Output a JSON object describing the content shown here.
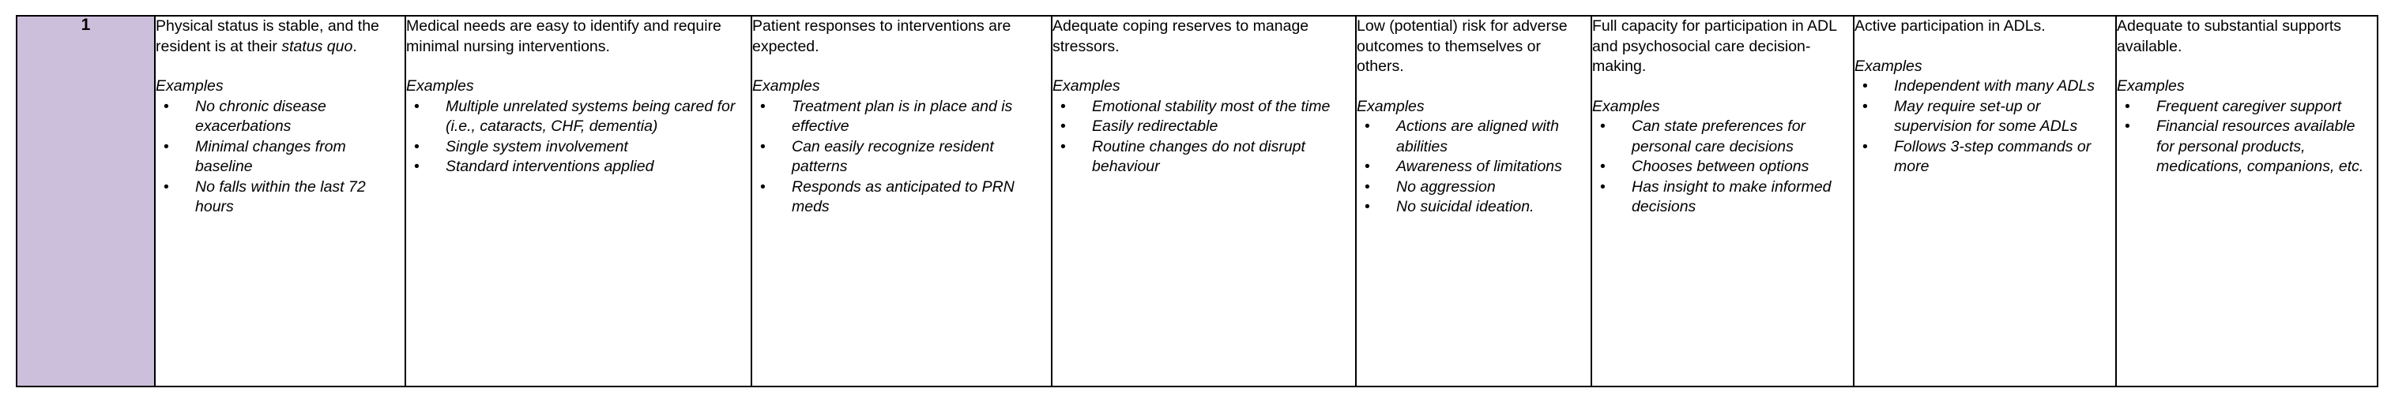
{
  "table": {
    "level": {
      "label": "1",
      "fill_color": "#CCBFDB"
    },
    "bullet_glyph": "•",
    "examples_heading": "Examples",
    "columns": [
      {
        "name": "physical-status",
        "statement_parts": {
          "before": "Physical status is stable, and the resident is at their ",
          "italic": "status quo",
          "after": "."
        },
        "statement_plain": "Physical status is stable, and the resident is at their status quo.",
        "examples": [
          "No chronic disease exacerbations",
          "Minimal changes from baseline",
          "No falls within the last 72 hours"
        ]
      },
      {
        "name": "medical-needs",
        "statement_plain": "Medical needs are easy to identify and require minimal nursing interventions.",
        "examples": [
          "Multiple unrelated systems being cared for (i.e., cataracts, CHF, dementia)",
          "Single system involvement",
          "Standard interventions applied"
        ]
      },
      {
        "name": "patient-responses",
        "statement_plain": "Patient responses to interventions are expected.",
        "examples": [
          "Treatment plan is in place and is effective",
          "Can easily recognize resident patterns",
          "Responds as anticipated to PRN meds"
        ]
      },
      {
        "name": "coping-reserves",
        "statement_plain": "Adequate coping reserves to manage stressors.",
        "examples": [
          "Emotional stability most of the time",
          "Easily redirectable",
          "Routine changes do not disrupt behaviour"
        ]
      },
      {
        "name": "risk-of-adverse-outcomes",
        "statement_plain": "Low (potential) risk for adverse outcomes to themselves or others.",
        "examples": [
          "Actions are aligned with abilities",
          "Awareness of limitations",
          "No aggression",
          "No suicidal ideation."
        ]
      },
      {
        "name": "capacity-for-participation",
        "statement_plain": "Full capacity for participation in ADL and psychosocial care decision-making.",
        "examples": [
          "Can state preferences for personal care decisions",
          "Chooses between options",
          "Has insight to make informed decisions"
        ]
      },
      {
        "name": "adl-participation",
        "statement_plain": "Active participation in ADLs.",
        "examples": [
          "Independent with many ADLs",
          "May require set-up or supervision for some ADLs",
          "Follows 3-step commands or more"
        ]
      },
      {
        "name": "supports-available",
        "statement_plain": "Adequate to substantial supports available.",
        "examples": [
          "Frequent caregiver support",
          "Financial resources available for personal products, medications, companions, etc."
        ]
      }
    ]
  }
}
